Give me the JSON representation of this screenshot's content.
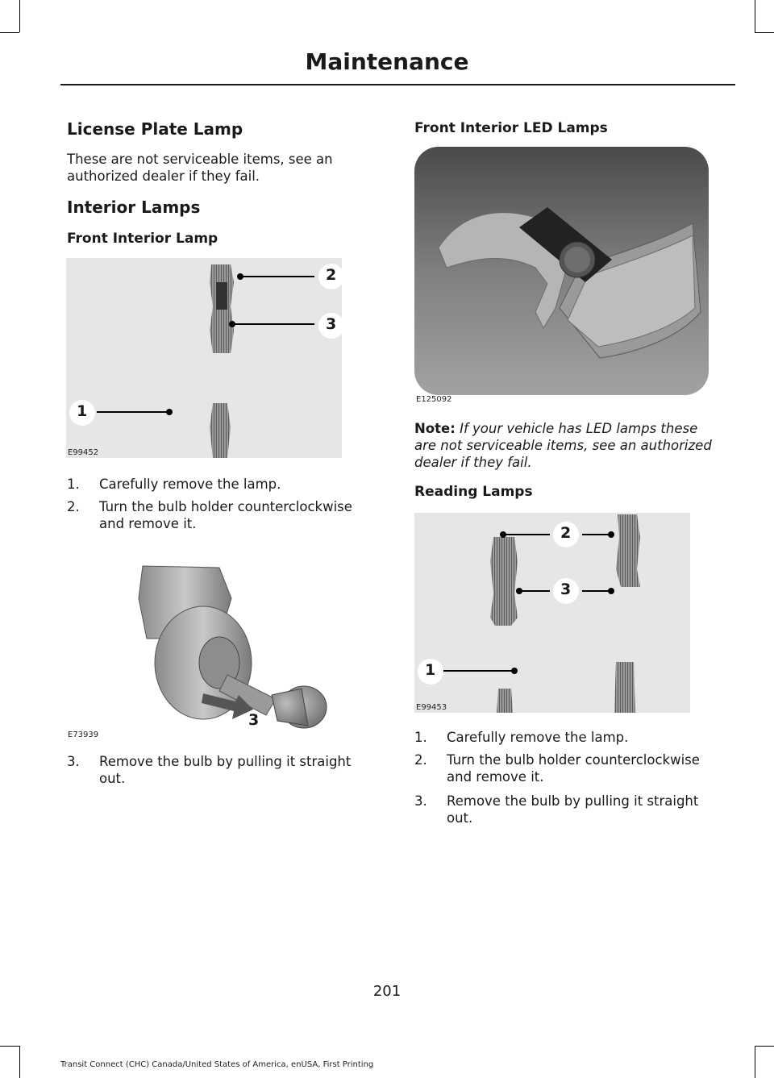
{
  "header": {
    "title": "Maintenance"
  },
  "left": {
    "license_title": "License Plate Lamp",
    "license_text_1": "These are not serviceable items, see an",
    "license_text_2": "authorized dealer if they fail.",
    "interior_title": "Interior Lamps",
    "front_interior_title": "Front Interior Lamp",
    "fig1": {
      "code": "E99452",
      "callouts": [
        "1",
        "2",
        "3"
      ]
    },
    "steps_a": [
      {
        "num": "1.",
        "line1": "Carefully remove the lamp."
      },
      {
        "num": "2.",
        "line1": "Turn the bulb holder counterclockwise",
        "line2": "and remove it."
      }
    ],
    "fig2": {
      "code": "E73939",
      "callouts": [
        "3"
      ]
    },
    "step3": {
      "num": "3.",
      "line1": "Remove the bulb by pulling it straight",
      "line2": "out."
    }
  },
  "right": {
    "led_title": "Front Interior LED Lamps",
    "fig3": {
      "code": "E125092"
    },
    "note_label": "Note:",
    "note_line1": "If your vehicle has LED lamps these",
    "note_line2": "are not serviceable items, see an authorized",
    "note_line3": "dealer if they fail.",
    "reading_title": "Reading Lamps",
    "fig4": {
      "code": "E99453",
      "callouts": [
        "1",
        "2",
        "3"
      ]
    },
    "steps": [
      {
        "num": "1.",
        "line1": "Carefully remove the lamp."
      },
      {
        "num": "2.",
        "line1": "Turn the bulb holder counterclockwise",
        "line2": "and remove it."
      },
      {
        "num": "3.",
        "line1": "Remove the bulb by pulling it straight",
        "line2": "out."
      }
    ]
  },
  "page_number": "201",
  "footer": "Transit Connect (CHC) Canada/United States of America, enUSA, First Printing"
}
